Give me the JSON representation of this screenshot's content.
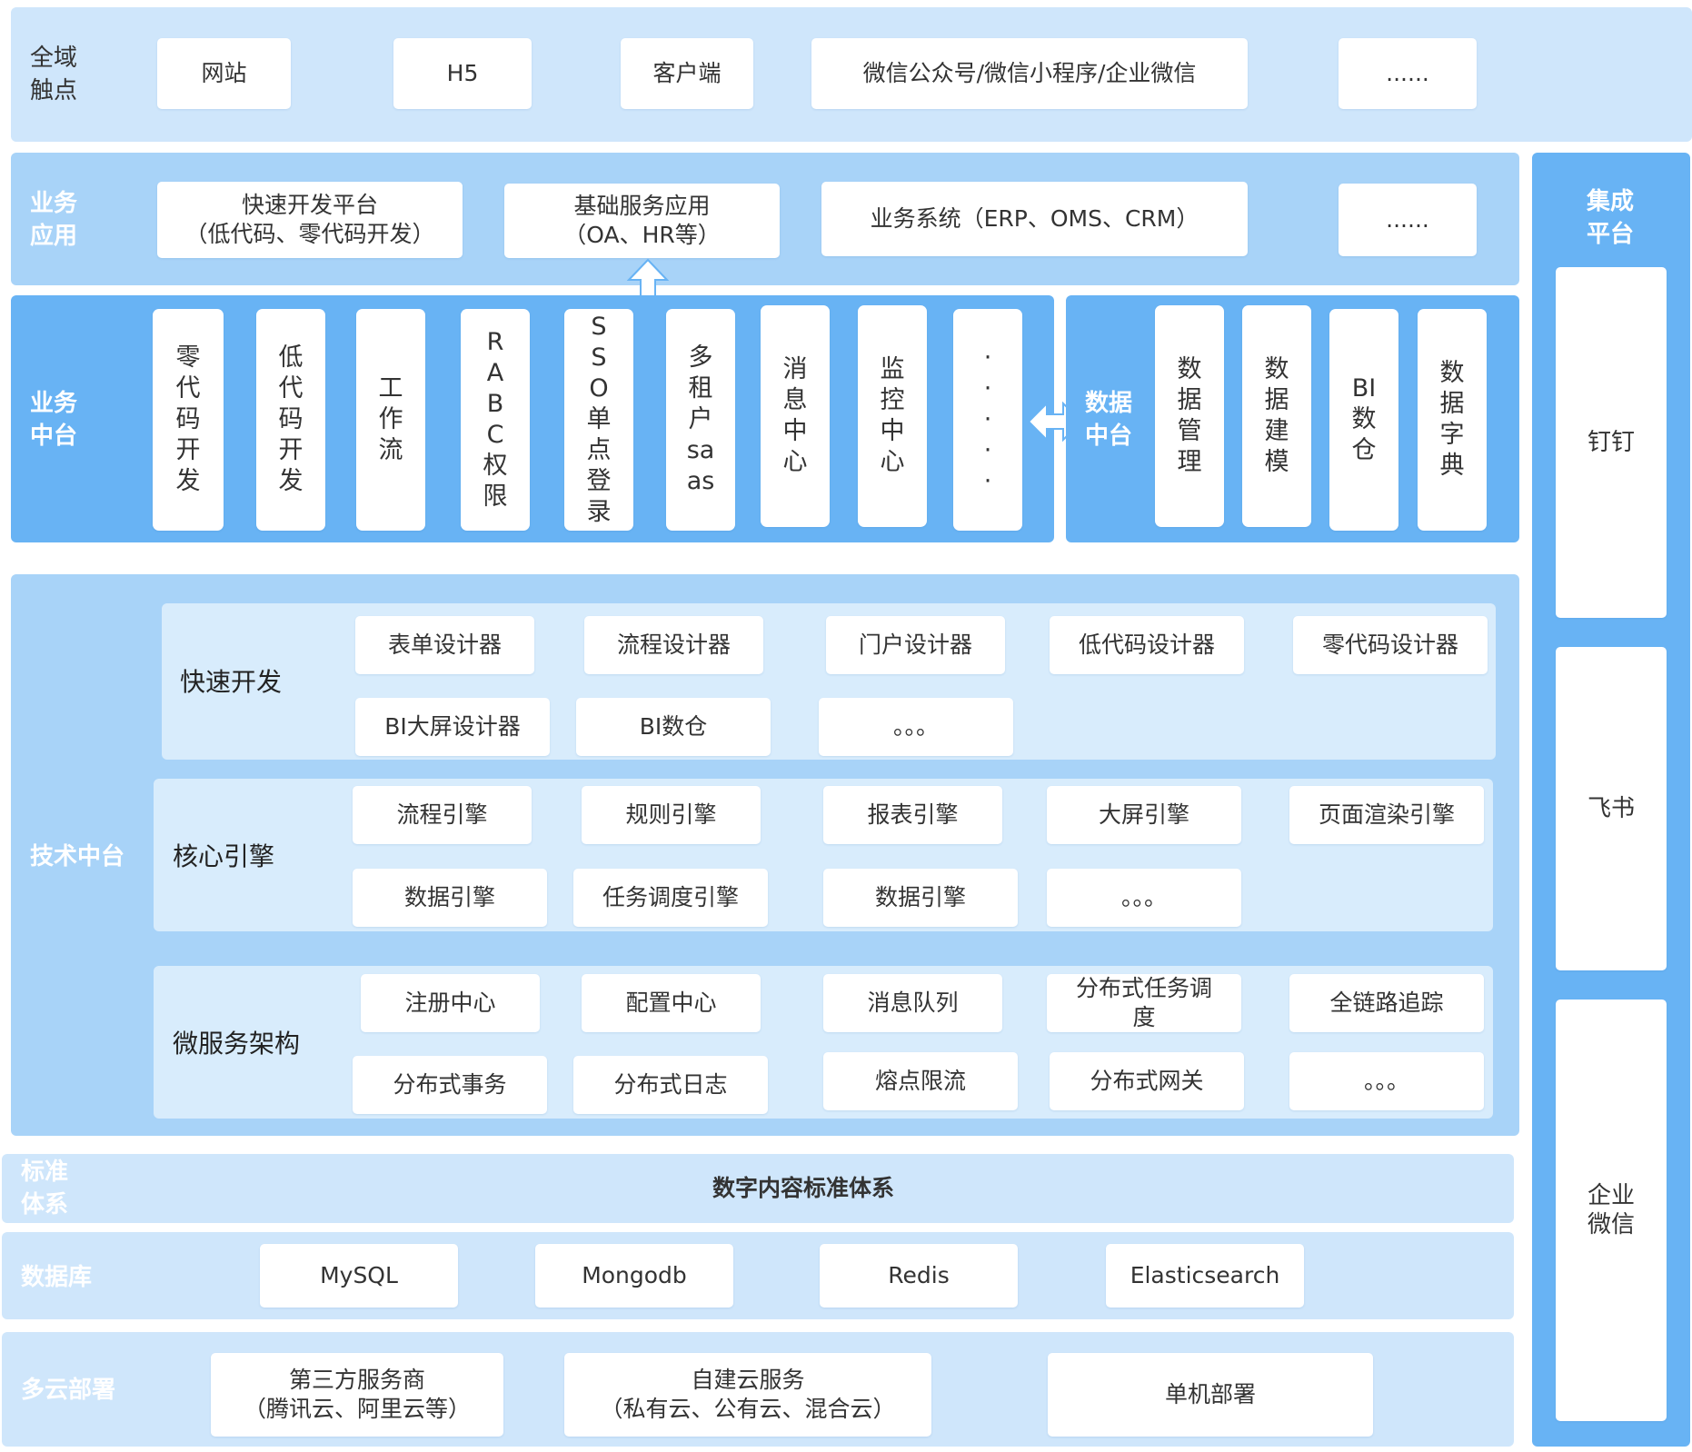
{
  "touchpoints": {
    "label": "全域\n触点",
    "items": [
      "网站",
      "H5",
      "客户端",
      "微信公众号/微信小程序/企业微信",
      "......"
    ]
  },
  "business_apps": {
    "label": "业务\n应用",
    "items": [
      "快速开发平台\n（低代码、零代码开发）",
      "基础服务应用\n（OA、HR等）",
      "业务系统（ERP、OMS、CRM）",
      "......"
    ]
  },
  "business_middle": {
    "label": "业务\n中台",
    "items": [
      [
        "零",
        "代",
        "码",
        "开",
        "发"
      ],
      [
        "低",
        "代",
        "码",
        "开",
        "发"
      ],
      [
        "工",
        "作",
        "流"
      ],
      [
        "R",
        "A",
        "B",
        "C",
        "权",
        "限"
      ],
      [
        "S",
        "S",
        "O",
        "单",
        "点",
        "登",
        "录"
      ],
      [
        "多",
        "租",
        "户",
        "sa",
        "as"
      ],
      [
        "消",
        "息",
        "中",
        "心"
      ],
      [
        "监",
        "控",
        "中",
        "心"
      ],
      [
        "·",
        "·",
        "·",
        "·",
        "·"
      ]
    ]
  },
  "data_middle": {
    "label": "数据\n中台",
    "items": [
      [
        "数",
        "据",
        "管",
        "理"
      ],
      [
        "数",
        "据",
        "建",
        "模"
      ],
      [
        "BI",
        "数",
        "仓"
      ],
      [
        "数",
        "据",
        "字",
        "典"
      ]
    ]
  },
  "tech_middle": {
    "label": "技术中台",
    "rapid_dev": {
      "label": "快速开发",
      "row1": [
        "表单设计器",
        "流程设计器",
        "门户设计器",
        "低代码设计器",
        "零代码设计器"
      ],
      "row2": [
        "BI大屏设计器",
        "BI数仓",
        "。。。"
      ]
    },
    "core_engine": {
      "label": "核心引擎",
      "row1": [
        "流程引擎",
        "规则引擎",
        "报表引擎",
        "大屏引擎",
        "页面渲染引擎"
      ],
      "row2": [
        "数据引擎",
        "任务调度引擎",
        "数据引擎",
        "。。。"
      ]
    },
    "microservice": {
      "label": "微服务架构",
      "row1": [
        "注册中心",
        "配置中心",
        "消息队列",
        "分布式任务调\n度",
        "全链路追踪"
      ],
      "row2": [
        "分布式事务",
        "分布式日志",
        "熔点限流",
        "分布式网关",
        "。。。"
      ]
    }
  },
  "standards": {
    "label": "标准\n体系",
    "content": "数字内容标准体系"
  },
  "database": {
    "label": "数据库",
    "items": [
      "MySQL",
      "Mongodb",
      "Redis",
      "Elasticsearch"
    ]
  },
  "multicloud": {
    "label": "多云部署",
    "items": [
      "第三方服务商\n（腾讯云、阿里云等）",
      "自建云服务\n（私有云、公有云、混合云）",
      "单机部署"
    ]
  },
  "integration": {
    "label": "集成\n平台",
    "items": [
      "钉钉",
      "飞书",
      "企业\n微信"
    ]
  },
  "colors": {
    "light_band": "#cfe6fb",
    "mid_band": "#a8d3f8",
    "dark_band": "#68b3f4",
    "tile": "#ffffff"
  }
}
